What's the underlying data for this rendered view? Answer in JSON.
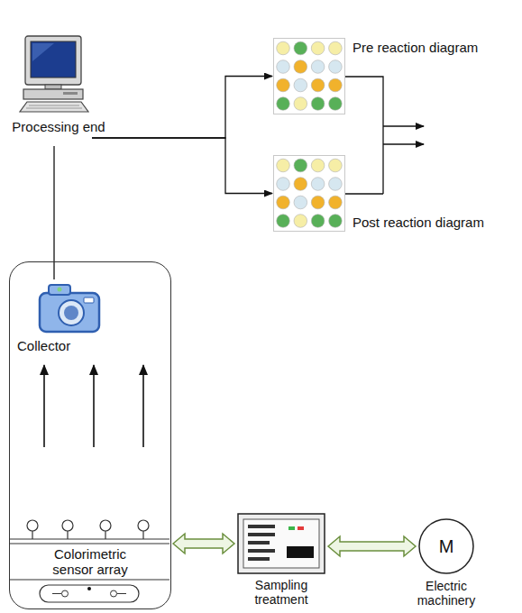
{
  "diagram": {
    "nodes": [
      {
        "text": [
          "Processing end"
        ]
      },
      {
        "text": [
          "Pre reaction diagram"
        ]
      },
      {
        "text": [
          "Post reaction diagram"
        ]
      },
      {
        "text": [
          "Colorimetric sensor array"
        ]
      },
      {
        "text": [
          "Collector"
        ],
        "in": 3
      },
      {
        "text": [
          "Sampling treatment"
        ]
      },
      {
        "text": [
          "M",
          "Electric machinery"
        ]
      }
    ],
    "edges": [
      {
        "from": 0,
        "to": 1,
        "arrow": "to"
      },
      {
        "from": 0,
        "to": 2,
        "arrow": "to"
      },
      {
        "from": 0,
        "to": 4,
        "arrow": "none"
      },
      {
        "from": 3,
        "to": 5,
        "arrow": "both"
      },
      {
        "from": 5,
        "to": 6,
        "arrow": "both"
      }
    ]
  }
}
